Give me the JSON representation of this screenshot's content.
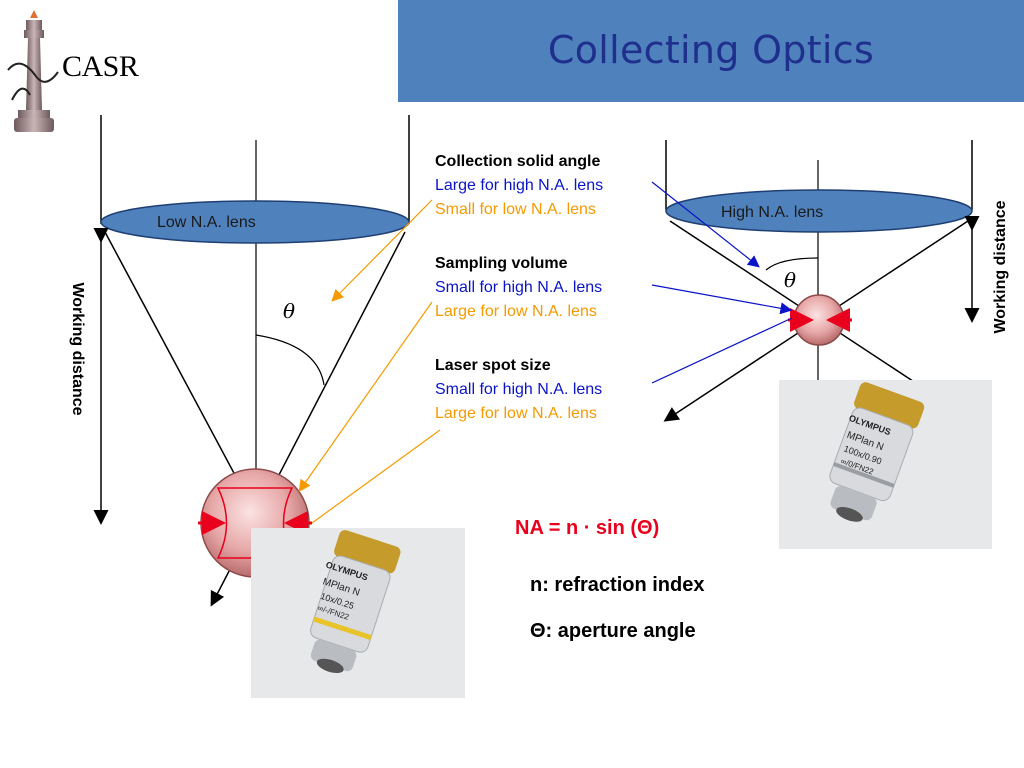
{
  "header": {
    "title": "Collecting Optics",
    "logo_text": "CASR",
    "accent_color": "#4f81bd",
    "title_color": "#1f2f8c"
  },
  "left_diagram": {
    "lens_label": "Low N.A. lens",
    "angle_symbol": "θ",
    "distance_label": "Working distance"
  },
  "right_diagram": {
    "lens_label": "High N.A. lens",
    "angle_symbol": "θ",
    "distance_label": "Working distance"
  },
  "notes": [
    {
      "heading": "Collection solid angle",
      "high": "Large for high N.A. lens",
      "low": "Small for low N.A. lens"
    },
    {
      "heading": "Sampling volume",
      "high": "Small for high N.A. lens",
      "low": "Large for low N.A. lens"
    },
    {
      "heading": "Laser spot size",
      "high": "Small for high N.A. lens",
      "low": "Large for low N.A. lens"
    }
  ],
  "objective_left": {
    "brand": "OLYMPUS",
    "model": "MPlan N",
    "spec": "10x/0.25",
    "spec2": "∞/-/FN22"
  },
  "objective_right": {
    "brand": "OLYMPUS",
    "model": "MPlan N",
    "spec": "100x/0.90",
    "spec2": "∞/0/FN22"
  },
  "formula": {
    "na": "NA = n · sin (Θ)",
    "n_def": "n: refraction index",
    "theta_def": "Θ: aperture angle"
  },
  "colors": {
    "blue_text": "#0b14c8",
    "orange_text": "#f59a00",
    "red": "#e8001c"
  }
}
